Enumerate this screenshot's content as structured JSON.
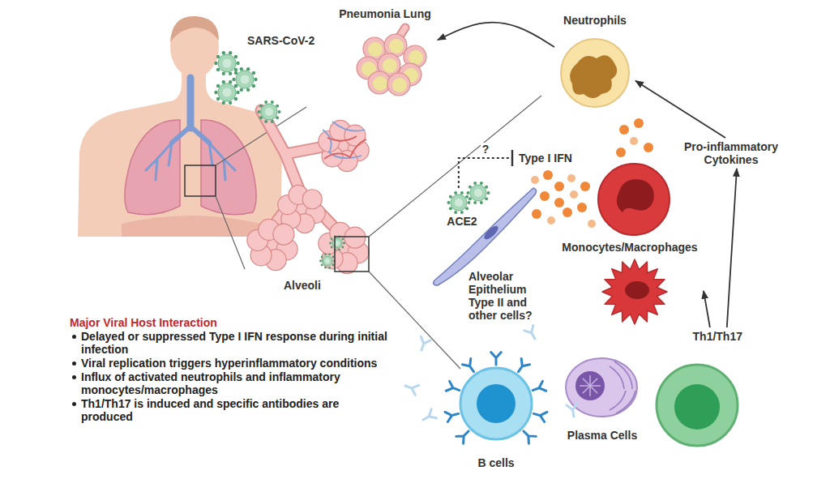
{
  "diagram": {
    "nodes": [
      {
        "text": [
          "Pneumonia Lung"
        ]
      },
      {
        "text": [
          "Neutrophils"
        ]
      },
      {
        "text": [
          "Pro-inflammatory Cytokines"
        ]
      },
      {
        "text": [
          "Type I IFN"
        ]
      },
      {
        "text": [
          "ACE2"
        ]
      },
      {
        "text": [
          "Alveolar Epithelium Type II and other cells?"
        ]
      },
      {
        "text": [
          "Monocytes/Macrophages"
        ]
      },
      {
        "text": [
          "Th1/Th17"
        ]
      },
      {
        "text": [
          "B cells"
        ]
      },
      {
        "text": [
          "Plasma Cells"
        ]
      }
    ],
    "edges": [
      {
        "from": 1,
        "to": 0,
        "arrow": "to"
      },
      {
        "from": 2,
        "to": 1,
        "arrow": "to"
      },
      {
        "from": 4,
        "to": 3,
        "label": "?",
        "arrow": "none"
      },
      {
        "from": 7,
        "to": 2,
        "arrow": "to"
      },
      {
        "from": 7,
        "to": 6,
        "arrow": "to"
      }
    ],
    "labels": [
      "SARS-CoV-2",
      "Alveoli",
      "Major Viral Host Interaction",
      "Delayed or suppressed Type I IFN response during initial infection",
      "Viral replication triggers hyperinflammatory conditions",
      "Influx of activated neutrophils and inflammatory monocytes/macrophages",
      "Th1/Th17 is induced and specific antibodies are produced"
    ]
  }
}
